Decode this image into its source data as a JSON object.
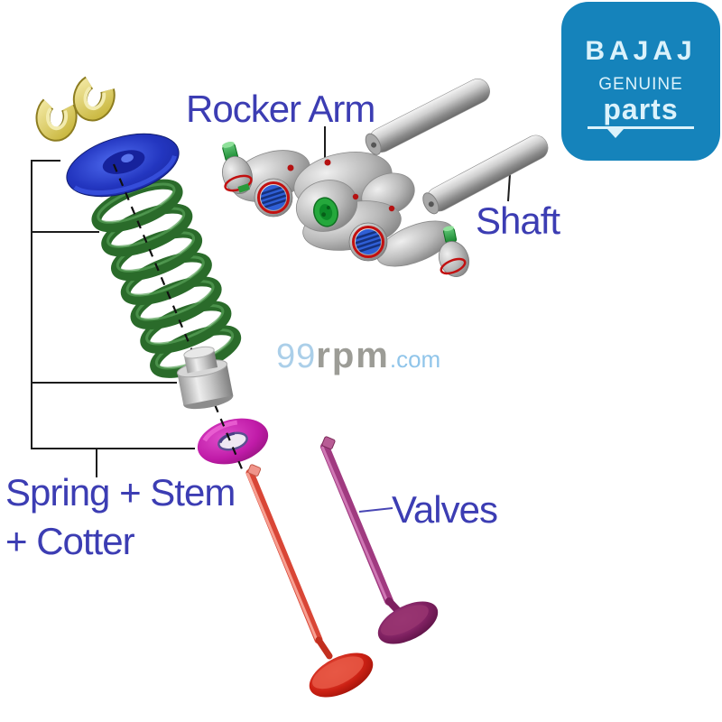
{
  "diagram": {
    "labels": {
      "rocker_arm": "Rocker Arm",
      "shaft": "Shaft",
      "valves": "Valves",
      "spring_group_line1": "Spring + Stem",
      "spring_group_line2": "+ Cotter"
    },
    "label_color": "#3c3db3"
  },
  "logo": {
    "brand": "BAJAJ",
    "genuine": "GENUINE",
    "parts": "parts",
    "background": "#1583bb",
    "text_color": "#dbf2fb"
  },
  "watermark": {
    "num": "99",
    "rpm": "rpm",
    "dotcom": ".com",
    "num_color": "#abcfe9",
    "rpm_color": "#9c9c96",
    "dotcom_color": "#90c5ea"
  },
  "parts_colors": {
    "spring_green": "#2a6b2a",
    "retainer_blue": "#2336c0",
    "cotter_yellow": "#d8c75a",
    "seal_magenta": "#c01ba8",
    "valve_red": "#d94636",
    "valve_purple": "#a03a80",
    "metal_gray": "#b9b9b9",
    "bore_blue": "#2f5fd6",
    "ring_red": "#c21010",
    "adjuster_green": "#25a83c"
  }
}
